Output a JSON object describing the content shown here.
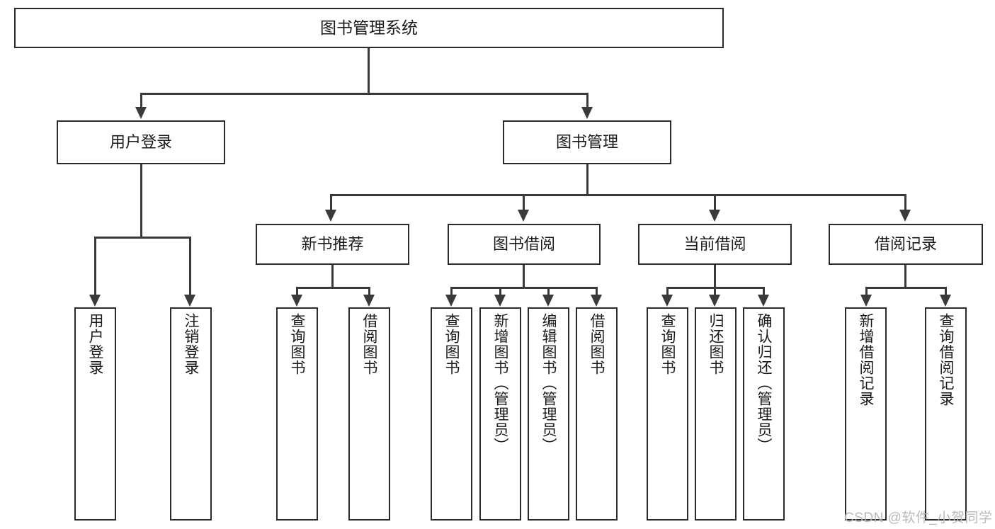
{
  "diagram": {
    "type": "tree-hierarchy",
    "title": "图书管理系统",
    "root": {
      "id": "root",
      "label": "图书管理系统",
      "level": 1
    },
    "level2": [
      {
        "id": "user-login",
        "label": "用户登录",
        "level": 2
      },
      {
        "id": "book-management",
        "label": "图书管理",
        "level": 2
      }
    ],
    "level3": [
      {
        "id": "new-book-recommend",
        "label": "新书推荐",
        "level": 3,
        "parent": "book-management"
      },
      {
        "id": "book-borrow",
        "label": "图书借阅",
        "level": 3,
        "parent": "book-management"
      },
      {
        "id": "current-borrow",
        "label": "当前借阅",
        "level": 3,
        "parent": "book-management"
      },
      {
        "id": "borrow-record",
        "label": "借阅记录",
        "level": 3,
        "parent": "book-management"
      }
    ],
    "leaves": {
      "user_login": [
        {
          "id": "leaf-user-login",
          "label": "用户登录"
        },
        {
          "id": "leaf-logout-login",
          "label": "注销登录"
        }
      ],
      "new_book_recommend": [
        {
          "id": "leaf-query-book-1",
          "label": "查询图书"
        },
        {
          "id": "leaf-borrow-book-1",
          "label": "借阅图书"
        }
      ],
      "book_borrow": [
        {
          "id": "leaf-query-book-2",
          "label": "查询图书"
        },
        {
          "id": "leaf-add-book",
          "label": "新增图书（管理员）"
        },
        {
          "id": "leaf-edit-book",
          "label": "编辑图书（管理员）"
        },
        {
          "id": "leaf-borrow-book-2",
          "label": "借阅图书"
        }
      ],
      "current_borrow": [
        {
          "id": "leaf-query-book-3",
          "label": "查询图书"
        },
        {
          "id": "leaf-return-book",
          "label": "归还图书"
        },
        {
          "id": "leaf-confirm-return",
          "label": "确认归还（管理员）"
        }
      ],
      "borrow_record": [
        {
          "id": "leaf-add-borrow-record",
          "label": "新增借阅记录"
        },
        {
          "id": "leaf-query-borrow-record",
          "label": "查询借阅记录"
        }
      ]
    },
    "colors": {
      "box_border": "#2b2b2b",
      "connector": "#3a3a3a",
      "background": "#ffffff",
      "text": "#1a1a1a",
      "watermark": "#b9b9b9"
    }
  },
  "watermark": {
    "text": "CSDN @软件_小贺同学"
  }
}
